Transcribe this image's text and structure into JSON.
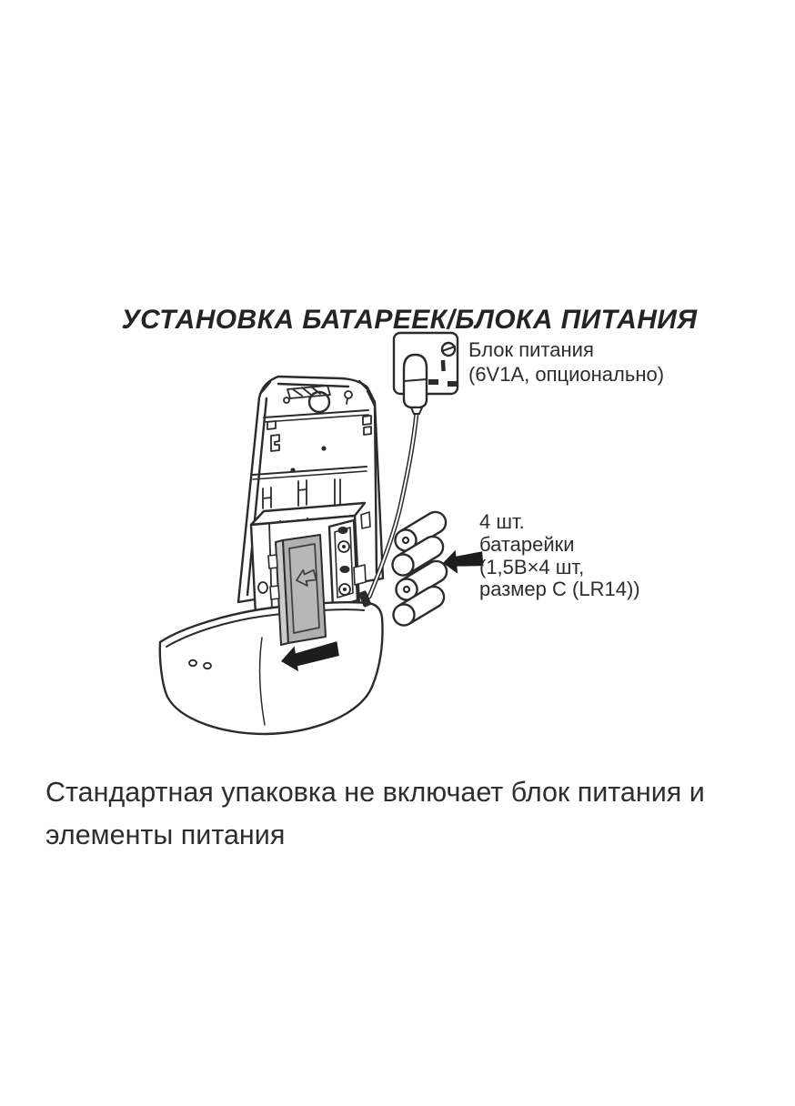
{
  "page": {
    "title": "УСТАНОВКА БАТАРЕЕК/БЛОКА ПИТАНИЯ",
    "note": "Стандартная упаковка не включает блок питания и\nэлементы питания"
  },
  "diagram": {
    "adapter_label": "Блок питания\n(6V1A, опционально)",
    "battery_label": "4 шт.\nбатарейки\n(1,5В×4 шт,\nразмер C (LR14))",
    "battery_count": 4,
    "colors": {
      "line": "#2b2b2b",
      "door_gray": "#b0b0b0",
      "door_edge_gray": "#cbcbcb",
      "arrow_black": "#1d1d1d",
      "background": "#ffffff"
    },
    "icons": {
      "outlet": "power-outlet-icon",
      "adapter": "power-adapter-icon",
      "cable": "power-cable-icon",
      "batteries": "battery-stack-icon",
      "insert_arrow": "left-arrow-icon",
      "cover_arrow": "left-arrow-icon"
    }
  }
}
